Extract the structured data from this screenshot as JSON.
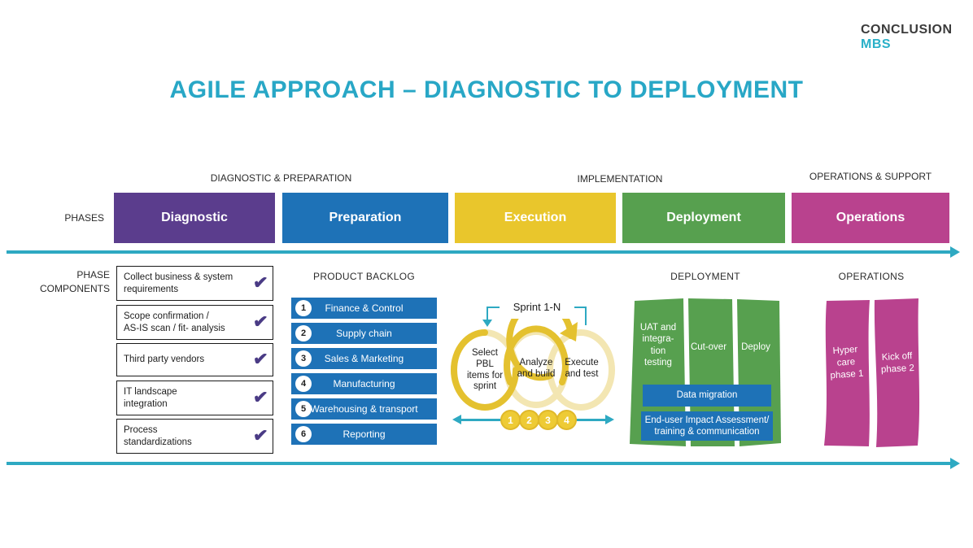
{
  "logo": {
    "line1": "CONCLUSION",
    "line2": "MBS"
  },
  "title": "AGILE APPROACH – DIAGNOSTIC TO DEPLOYMENT",
  "group_headers": [
    {
      "label": "DIAGNOSTIC & PREPARATION"
    },
    {
      "label": "IMPLEMENTATION"
    },
    {
      "label": "OPERATIONS & SUPPORT"
    }
  ],
  "phases_row_label": "PHASES",
  "phases": [
    {
      "label": "Diagnostic",
      "color": "#5b3d8d"
    },
    {
      "label": "Preparation",
      "color": "#1e72b7"
    },
    {
      "label": "Execution",
      "color": "#e9c62c"
    },
    {
      "label": "Deployment",
      "color": "#57a04f"
    },
    {
      "label": "Operations",
      "color": "#b9428e"
    }
  ],
  "components_label": "PHASE\nCOMPONENTS",
  "check_icon": "✔",
  "components": [
    {
      "text": "Collect business & system\nrequirements"
    },
    {
      "text": "Scope confirmation /\nAS-IS scan / fit- analysis"
    },
    {
      "text": "Third party vendors"
    },
    {
      "text": "IT landscape\nintegration"
    },
    {
      "text": "Process\nstandardizations"
    }
  ],
  "backlog": {
    "header": "PRODUCT BACKLOG",
    "items": [
      {
        "num": "1",
        "label": "Finance & Control"
      },
      {
        "num": "2",
        "label": "Supply chain"
      },
      {
        "num": "3",
        "label": "Sales & Marketing"
      },
      {
        "num": "4",
        "label": "Manufacturing"
      },
      {
        "num": "5",
        "label": "Warehousing & transport"
      },
      {
        "num": "6",
        "label": "Reporting"
      }
    ]
  },
  "sprint": {
    "label": "Sprint 1-N",
    "loops": [
      {
        "text": "Select\nPBL\nitems for\nsprint"
      },
      {
        "text": "Analyze\nand build"
      },
      {
        "text": "Execute\nand test"
      }
    ],
    "steps": [
      {
        "num": "1"
      },
      {
        "num": "2"
      },
      {
        "num": "3"
      },
      {
        "num": "4"
      }
    ]
  },
  "deployment": {
    "header": "DEPLOYMENT",
    "columns": [
      {
        "text": "UAT and\nintegra-\ntion\ntesting"
      },
      {
        "text": "Cut-over"
      },
      {
        "text": "Deploy"
      }
    ],
    "bars": [
      {
        "text": "Data migration"
      },
      {
        "text": "End-user Impact Assessment/\ntraining & communication"
      }
    ]
  },
  "operations": {
    "header": "OPERATIONS",
    "columns": [
      {
        "text": "Hyper\ncare\nphase 1"
      },
      {
        "text": "Kick off\nphase 2"
      }
    ]
  },
  "colors": {
    "title_teal": "#28a7c6",
    "arrow_teal": "#2ea9c2",
    "purple": "#5b3d8d",
    "blue": "#1e72b7",
    "yellow": "#e9c62c",
    "green": "#57a04f",
    "magenta": "#b9428e",
    "loop_yellow_bold": "#e4c12f",
    "loop_yellow_light": "#f3e6b2",
    "check_purple": "#4a3b85",
    "logo_teal": "#29b0c8"
  }
}
